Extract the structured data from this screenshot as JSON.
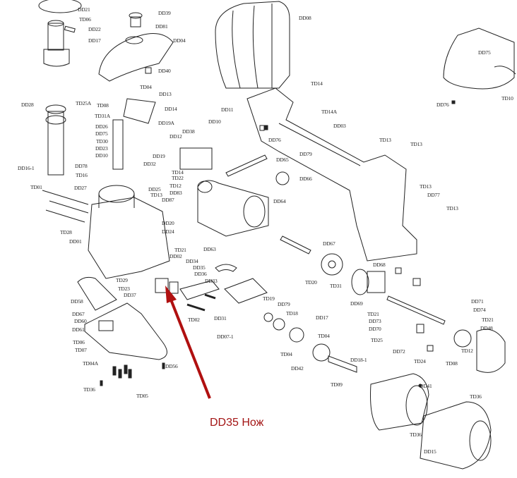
{
  "annotation": {
    "text": "DD35 Нож",
    "color": "#a31515"
  },
  "part_labels": [
    "DD21",
    "TD06",
    "DD22",
    "DD17",
    "DD39",
    "DD81",
    "DD04",
    "DD40",
    "TD04",
    "DD13",
    "DD28",
    "TD25A",
    "TD08",
    "DD14",
    "TD31A",
    "DD19A",
    "DD26",
    "DD75",
    "TD30",
    "DD23",
    "DD10",
    "DD16-1",
    "DD78",
    "TD16",
    "TD01",
    "DD27",
    "DD19",
    "DD32",
    "TD14",
    "TD22",
    "TD12",
    "DD25",
    "TD13",
    "DD83",
    "DD87",
    "DD12",
    "DD38",
    "DD11",
    "DD10",
    "TD28",
    "DD20",
    "DD24",
    "DD01",
    "TD21",
    "DD63",
    "DD02",
    "DD34",
    "DD35",
    "DD36",
    "TD29",
    "DD33",
    "TD23",
    "DD37",
    "DD58",
    "DD67",
    "DD60",
    "DD61",
    "TD06",
    "TD07",
    "TD04A",
    "DD56",
    "TD36",
    "TD05",
    "TD02",
    "DD31",
    "DD07-1",
    "DD08",
    "TD14",
    "TD14A",
    "DD03",
    "DD76",
    "DD79",
    "DD65",
    "DD66",
    "DD64",
    "TD13",
    "TD13",
    "TD13",
    "DD77",
    "TD13",
    "DD75",
    "TD10",
    "DD76",
    "DD67",
    "DD68",
    "TD20",
    "TD31",
    "DD69",
    "TD21",
    "DD73",
    "DD70",
    "DD71",
    "DD74",
    "TD21",
    "DD48",
    "TD19",
    "DD79",
    "TD18",
    "DD17",
    "TD04",
    "TD04",
    "TD25",
    "DD72",
    "TD24",
    "TD12",
    "TD08",
    "DD42",
    "DD18-1",
    "TD09",
    "DD41",
    "TD36",
    "TD36",
    "DD15"
  ]
}
